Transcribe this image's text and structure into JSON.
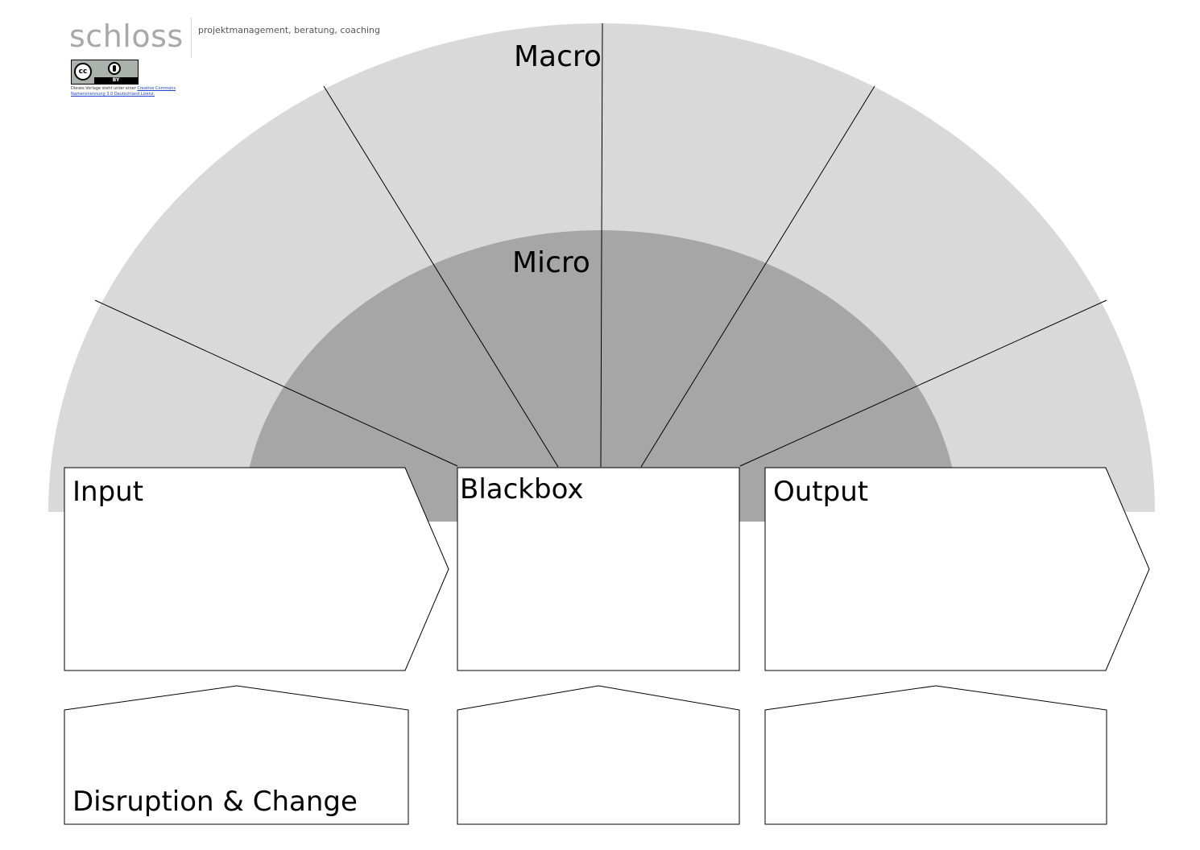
{
  "logo": {
    "wordmark": "schloss",
    "tagline": "projektmanagement, beratung, coaching",
    "cc_badge": {
      "cc_text": "cc",
      "by_text": "BY"
    },
    "license_text": "Dieses Vorlage steht unter einer",
    "license_link": "Creative Commons Namensnennung 3.0 Deutschland Lizenz."
  },
  "zones": {
    "macro_label": "Macro",
    "micro_label": "Micro"
  },
  "boxes": {
    "input_label": "Input",
    "blackbox_label": "Blackbox",
    "output_label": "Output",
    "disruption_label": "Disruption & Change"
  },
  "colors": {
    "macro_fill": "#d9d9d9",
    "micro_fill": "#a6a6a6",
    "box_fill": "#ffffff",
    "stroke": "#000000",
    "logo_gray": "#a8a8a8"
  }
}
